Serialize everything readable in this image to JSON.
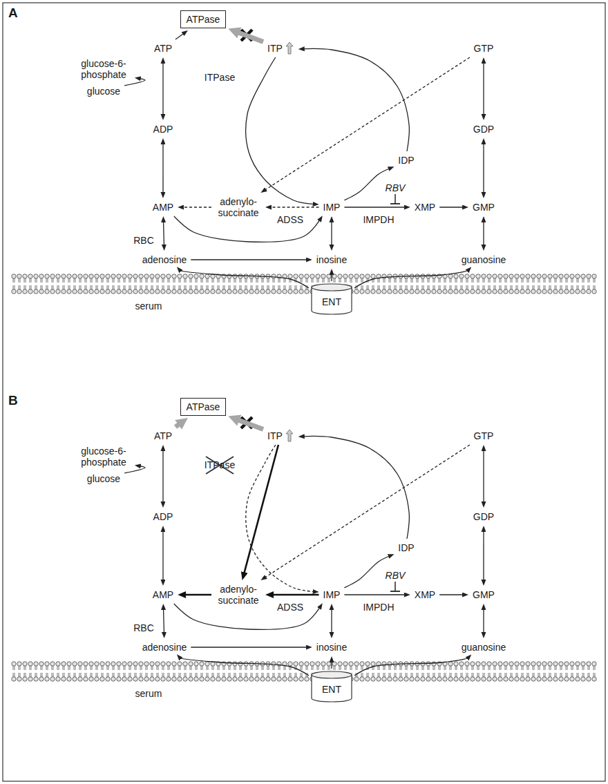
{
  "diagram": {
    "nodes": [
      {
        "text": [
          "A"
        ]
      },
      {
        "text": [
          "ATPase"
        ],
        "in": 0
      },
      {
        "text": [
          "ITP"
        ],
        "in": 0
      },
      {
        "text": [
          "GTP"
        ],
        "in": 0
      },
      {
        "text": [
          "ATP"
        ],
        "in": 0
      },
      {
        "text": [
          "glucose-6- phosphate"
        ],
        "in": 0
      },
      {
        "text": [
          "glucose"
        ],
        "in": 0
      },
      {
        "text": [
          "ADP"
        ],
        "in": 0
      },
      {
        "text": [
          "GDP"
        ],
        "in": 0
      },
      {
        "text": [
          "IDP"
        ],
        "in": 0
      },
      {
        "text": [
          "AMP"
        ],
        "in": 0
      },
      {
        "text": [
          "adenylo- succinate"
        ],
        "in": 0
      },
      {
        "text": [
          "IMP"
        ],
        "in": 0
      },
      {
        "text": [
          "XMP"
        ],
        "in": 0
      },
      {
        "text": [
          "GMP"
        ],
        "in": 0
      },
      {
        "text": [
          "adenosine"
        ],
        "in": 0
      },
      {
        "text": [
          "inosine"
        ],
        "in": 0
      },
      {
        "text": [
          "guanosine"
        ],
        "in": 0
      },
      {
        "text": [
          "ENT"
        ],
        "in": 0
      },
      {
        "text": [
          "B"
        ]
      },
      {
        "text": [
          "ATPase"
        ],
        "in": 19
      },
      {
        "text": [
          "ITP"
        ],
        "in": 19
      },
      {
        "text": [
          "GTP"
        ],
        "in": 19
      },
      {
        "text": [
          "ATP"
        ],
        "in": 19
      },
      {
        "text": [
          "glucose-6- phosphate"
        ],
        "in": 19
      },
      {
        "text": [
          "glucose"
        ],
        "in": 19
      },
      {
        "text": [
          "ADP"
        ],
        "in": 19
      },
      {
        "text": [
          "GDP"
        ],
        "in": 19
      },
      {
        "text": [
          "IDP"
        ],
        "in": 19
      },
      {
        "text": [
          "AMP"
        ],
        "in": 19
      },
      {
        "text": [
          "adenylo- succinate"
        ],
        "in": 19
      },
      {
        "text": [
          "IMP"
        ],
        "in": 19
      },
      {
        "text": [
          "XMP"
        ],
        "in": 19
      },
      {
        "text": [
          "GMP"
        ],
        "in": 19
      },
      {
        "text": [
          "adenosine"
        ],
        "in": 19
      },
      {
        "text": [
          "inosine"
        ],
        "in": 19
      },
      {
        "text": [
          "guanosine"
        ],
        "in": 19
      },
      {
        "text": [
          "ENT"
        ],
        "in": 19
      }
    ],
    "edges": [
      {
        "from": 4,
        "to": 1,
        "arrow": "to"
      },
      {
        "from": 2,
        "to": 1,
        "arrow": "to"
      },
      {
        "from": 6,
        "to": 5,
        "arrow": "to"
      },
      {
        "from": 4,
        "to": 7,
        "arrow": "both"
      },
      {
        "from": 7,
        "to": 10,
        "arrow": "both"
      },
      {
        "from": 3,
        "to": 8,
        "arrow": "both"
      },
      {
        "from": 8,
        "to": 14,
        "arrow": "both"
      },
      {
        "from": 2,
        "to": 12,
        "label": "ITPase",
        "arrow": "to"
      },
      {
        "from": 12,
        "to": 9,
        "arrow": "to"
      },
      {
        "from": 9,
        "to": 2,
        "arrow": "to"
      },
      {
        "from": 3,
        "to": 11,
        "arrow": "to"
      },
      {
        "from": 12,
        "to": 11,
        "label": "ADSS",
        "arrow": "to"
      },
      {
        "from": 11,
        "to": 10,
        "arrow": "to"
      },
      {
        "from": 12,
        "to": 13,
        "label": "IMPDH",
        "arrow": "to"
      },
      {
        "from": 13,
        "to": 14,
        "arrow": "to"
      },
      {
        "from": 10,
        "to": 12,
        "arrow": "to"
      },
      {
        "from": 10,
        "to": 15,
        "arrow": "both"
      },
      {
        "from": 12,
        "to": 16,
        "arrow": "both"
      },
      {
        "from": 14,
        "to": 17,
        "arrow": "both"
      },
      {
        "from": 15,
        "to": 16,
        "arrow": "to"
      },
      {
        "from": 18,
        "to": 15,
        "arrow": "to"
      },
      {
        "from": 18,
        "to": 16,
        "arrow": "to"
      },
      {
        "from": 18,
        "to": 17,
        "arrow": "to"
      },
      {
        "from": 23,
        "to": 20,
        "arrow": "to"
      },
      {
        "from": 21,
        "to": 20,
        "arrow": "to"
      },
      {
        "from": 25,
        "to": 24,
        "arrow": "to"
      },
      {
        "from": 23,
        "to": 26,
        "arrow": "both"
      },
      {
        "from": 26,
        "to": 29,
        "arrow": "both"
      },
      {
        "from": 22,
        "to": 27,
        "arrow": "both"
      },
      {
        "from": 27,
        "to": 33,
        "arrow": "both"
      },
      {
        "from": 21,
        "to": 31,
        "label": "ITPase",
        "arrow": "to"
      },
      {
        "from": 31,
        "to": 28,
        "arrow": "to"
      },
      {
        "from": 28,
        "to": 21,
        "arrow": "to"
      },
      {
        "from": 22,
        "to": 30,
        "arrow": "to"
      },
      {
        "from": 31,
        "to": 30,
        "label": "ADSS",
        "arrow": "to"
      },
      {
        "from": 30,
        "to": 29,
        "arrow": "to"
      },
      {
        "from": 31,
        "to": 32,
        "label": "IMPDH",
        "arrow": "to"
      },
      {
        "from": 32,
        "to": 33,
        "arrow": "to"
      },
      {
        "from": 29,
        "to": 31,
        "arrow": "to"
      },
      {
        "from": 29,
        "to": 34,
        "arrow": "both"
      },
      {
        "from": 31,
        "to": 35,
        "arrow": "both"
      },
      {
        "from": 33,
        "to": 36,
        "arrow": "both"
      },
      {
        "from": 34,
        "to": 35,
        "arrow": "to"
      },
      {
        "from": 37,
        "to": 34,
        "arrow": "to"
      },
      {
        "from": 37,
        "to": 35,
        "arrow": "to"
      },
      {
        "from": 37,
        "to": 36,
        "arrow": "to"
      },
      {
        "from": 21,
        "to": 30,
        "arrow": "to"
      }
    ],
    "labels": [
      "RBV",
      "RBC",
      "serum",
      "RBV",
      "RBC",
      "serum"
    ]
  }
}
